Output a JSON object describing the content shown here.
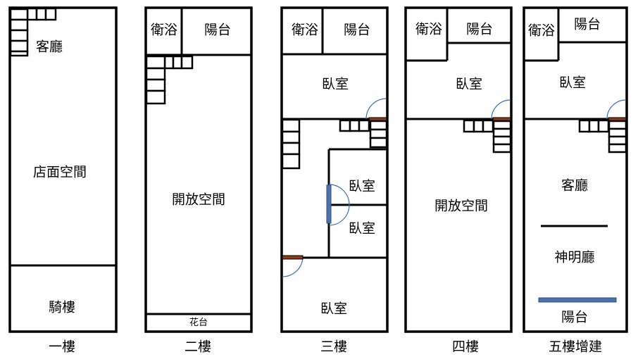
{
  "floors": [
    {
      "caption": "一樓",
      "rooms": {
        "living_room": "客廳",
        "shop_space": "店面空間",
        "arcade": "騎樓"
      }
    },
    {
      "caption": "二樓",
      "rooms": {
        "bathroom": "衛浴",
        "balcony": "陽台",
        "open_space": "開放空間",
        "flower_bed": "花台"
      }
    },
    {
      "caption": "三樓",
      "rooms": {
        "bathroom": "衛浴",
        "balcony": "陽台",
        "bedroom_top": "臥室",
        "bedroom_mid_upper": "臥室",
        "bedroom_mid_lower": "臥室",
        "bedroom_bottom": "臥室"
      }
    },
    {
      "caption": "四樓",
      "rooms": {
        "bathroom": "衛浴",
        "balcony": "陽台",
        "bedroom": "臥室",
        "open_space": "開放空間"
      }
    },
    {
      "caption": "五樓增建",
      "rooms": {
        "bathroom": "衛浴",
        "balcony_top": "陽台",
        "bedroom": "臥室",
        "living_room": "客廳",
        "shrine_hall": "神明廳",
        "balcony_bottom": "陽台"
      }
    }
  ],
  "colors": {
    "wall": "#000000",
    "door_arc": "#3a6fb8",
    "brown_door": "#8b3a1a",
    "blue_window": "#4a72b0"
  }
}
